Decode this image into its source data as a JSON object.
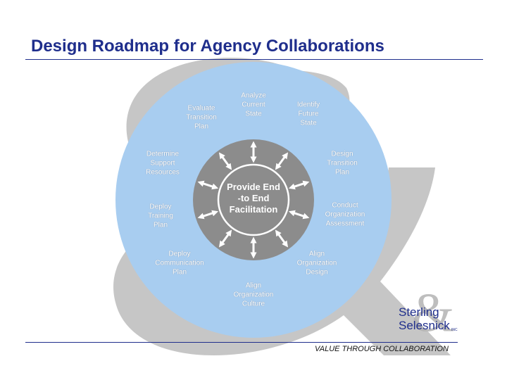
{
  "title": "Design Roadmap for Agency Collaborations",
  "center_label": "Provide End\n-to End\nFacilitation",
  "steps": [
    {
      "label": "Analyze\nCurrent\nState"
    },
    {
      "label": "Identify\nFuture\nState"
    },
    {
      "label": "Design\nTransition\nPlan"
    },
    {
      "label": "Conduct\nOrganization\nAssessment"
    },
    {
      "label": "Align\nOrganization\nDesign"
    },
    {
      "label": "Align\nOrganization\nCulture"
    },
    {
      "label": "Deploy\nCommunication\nPlan"
    },
    {
      "label": "Deploy\nTraining\nPlan"
    },
    {
      "label": "Determine\nSupport\nResources"
    },
    {
      "label": "Evaluate\nTransition\nPlan"
    }
  ],
  "brand": {
    "line1": "Sterling",
    "line2": "Selesnick",
    "inc": "INC",
    "tagline": "VALUE THROUGH COLLABORATION"
  },
  "colors": {
    "title": "#1f2e8c",
    "outer_circle": "#a8cdf0",
    "ring": "#8c8c8c",
    "watermark": "#b3b3b3"
  }
}
